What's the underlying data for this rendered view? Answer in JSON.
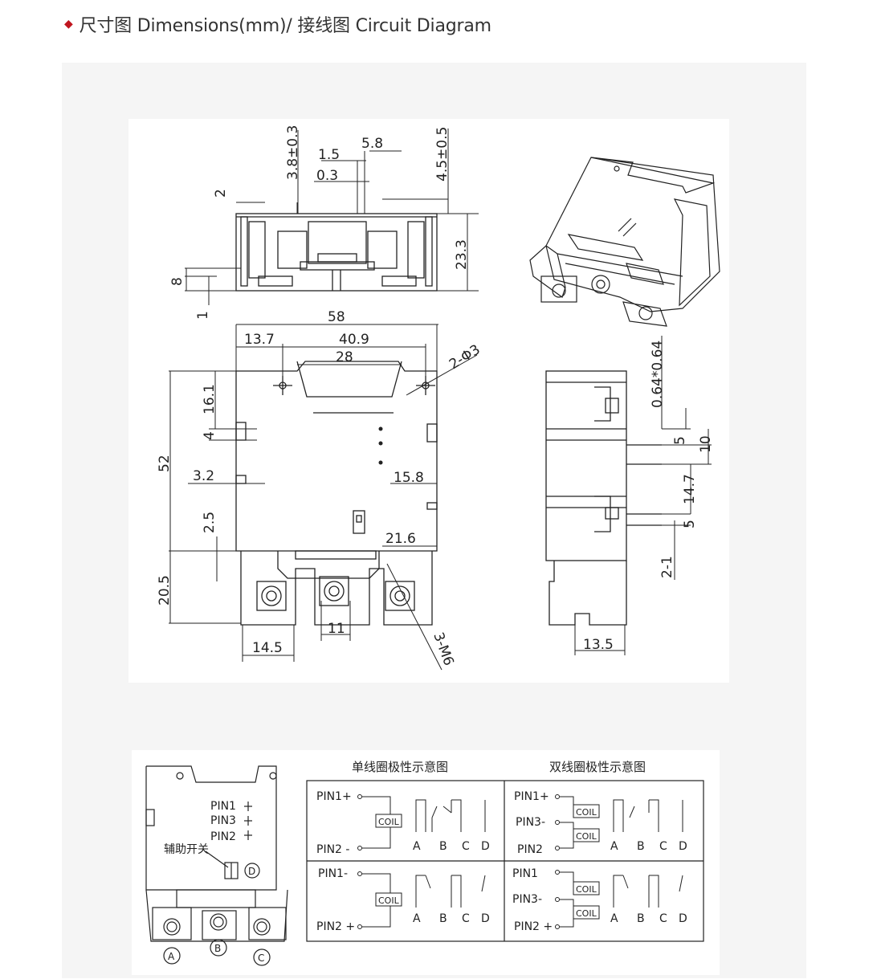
{
  "header": {
    "bullet_icon": "diamond-bullet-icon",
    "title": "尺寸图 Dimensions(mm)/ 接线图 Circuit Diagram",
    "bullet_color": "#c0161f"
  },
  "dimensions": {
    "d_2": "2",
    "d_38": "3.8±0.3",
    "d_15": "1.5",
    "d_58s": "5.8",
    "d_03": "0.3",
    "d_45": "4.5±0.5",
    "d_233": "23.3",
    "d_8": "8",
    "d_1": "1",
    "d_58": "58",
    "d_137": "13.7",
    "d_409": "40.9",
    "d_28": "28",
    "d_hole": "2-Φ3",
    "d_161": "16.1",
    "d_4": "4",
    "d_52": "52",
    "d_32": "3.2",
    "d_158": "15.8",
    "d_25": "2.5",
    "d_216": "21.6",
    "d_205": "20.5",
    "d_11": "11",
    "d_145": "14.5",
    "d_m6": "3-M6",
    "d_pin": "0.64*0.64",
    "d_5a": "5",
    "d_10": "10",
    "d_147": "14.7",
    "d_5b": "5",
    "d_21": "2-1",
    "d_135": "13.5"
  },
  "circuit": {
    "relay": {
      "pin1": "PIN1",
      "pin3": "PIN3",
      "pin2": "PIN2",
      "aux_switch": "辅助开关",
      "d_marker": "D",
      "terminals": [
        "A",
        "B",
        "C"
      ]
    },
    "single_title": "单线圈极性示意图",
    "double_title": "双线圈极性示意图",
    "coil": "COIL",
    "contacts": [
      "A",
      "B",
      "C",
      "D"
    ],
    "single_top": {
      "pin_top": "PIN1+",
      "pin_bottom": "PIN2 -"
    },
    "single_bottom": {
      "pin_top": "PIN1-",
      "pin_bottom": "PIN2 +"
    },
    "double_top": {
      "pin_top": "PIN1+",
      "pin_mid": "PIN3-",
      "pin_bottom": "PIN2"
    },
    "double_bottom": {
      "pin_top": "PIN1",
      "pin_mid": "PIN3-",
      "pin_bottom": "PIN2 +"
    }
  }
}
